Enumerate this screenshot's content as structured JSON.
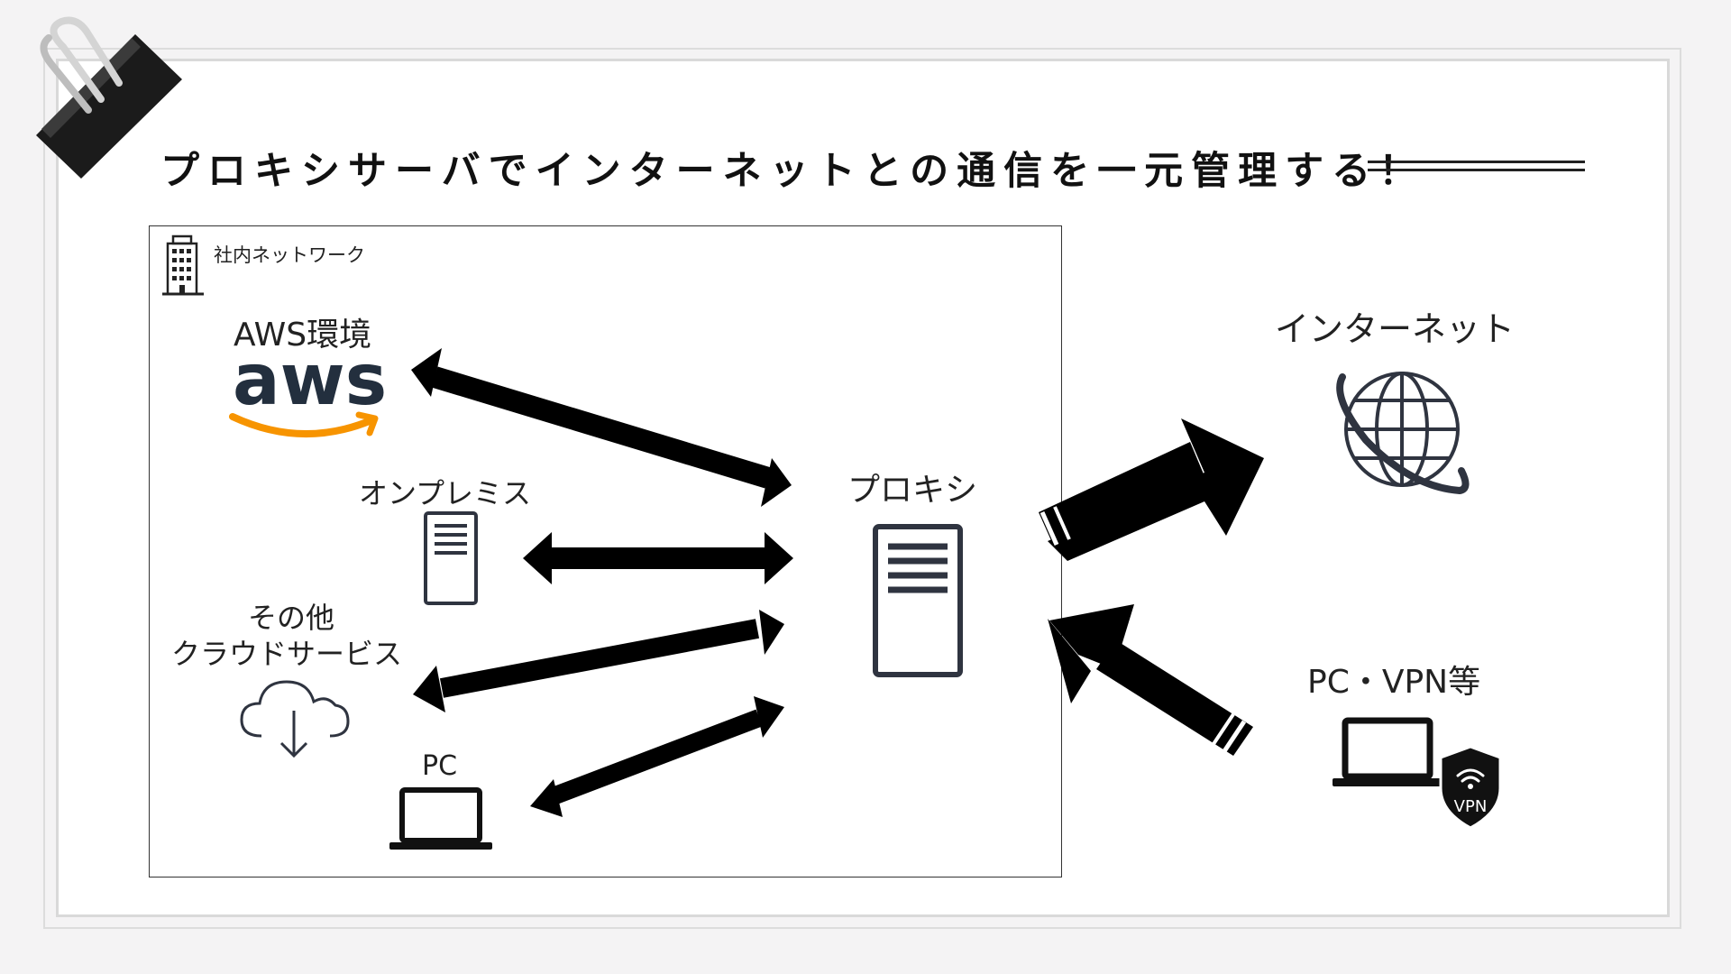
{
  "slide": {
    "title": "プロキシサーバでインターネットとの通信を一元管理する！"
  },
  "internal_network": {
    "label": "社内ネットワーク"
  },
  "nodes": {
    "aws": {
      "label": "AWS環境",
      "logo_text": "aws"
    },
    "onprem": {
      "label": "オンプレミス"
    },
    "other_cloud": {
      "label_line1": "その他",
      "label_line2": "クラウドサービス"
    },
    "pc_internal": {
      "label": "PC"
    },
    "proxy": {
      "label": "プロキシ"
    },
    "internet": {
      "label": "インターネット"
    },
    "pc_vpn": {
      "label": "PC・VPN等",
      "badge_text": "VPN"
    }
  },
  "colors": {
    "ink": "#000000",
    "aws_orange": "#f79400",
    "aws_text": "#232f3e",
    "icon_gray": "#2f3440"
  },
  "icons": [
    "binder-clip-icon",
    "building-icon",
    "aws-logo",
    "server-icon",
    "cloud-download-icon",
    "laptop-icon",
    "globe-icon",
    "vpn-shield-icon"
  ]
}
